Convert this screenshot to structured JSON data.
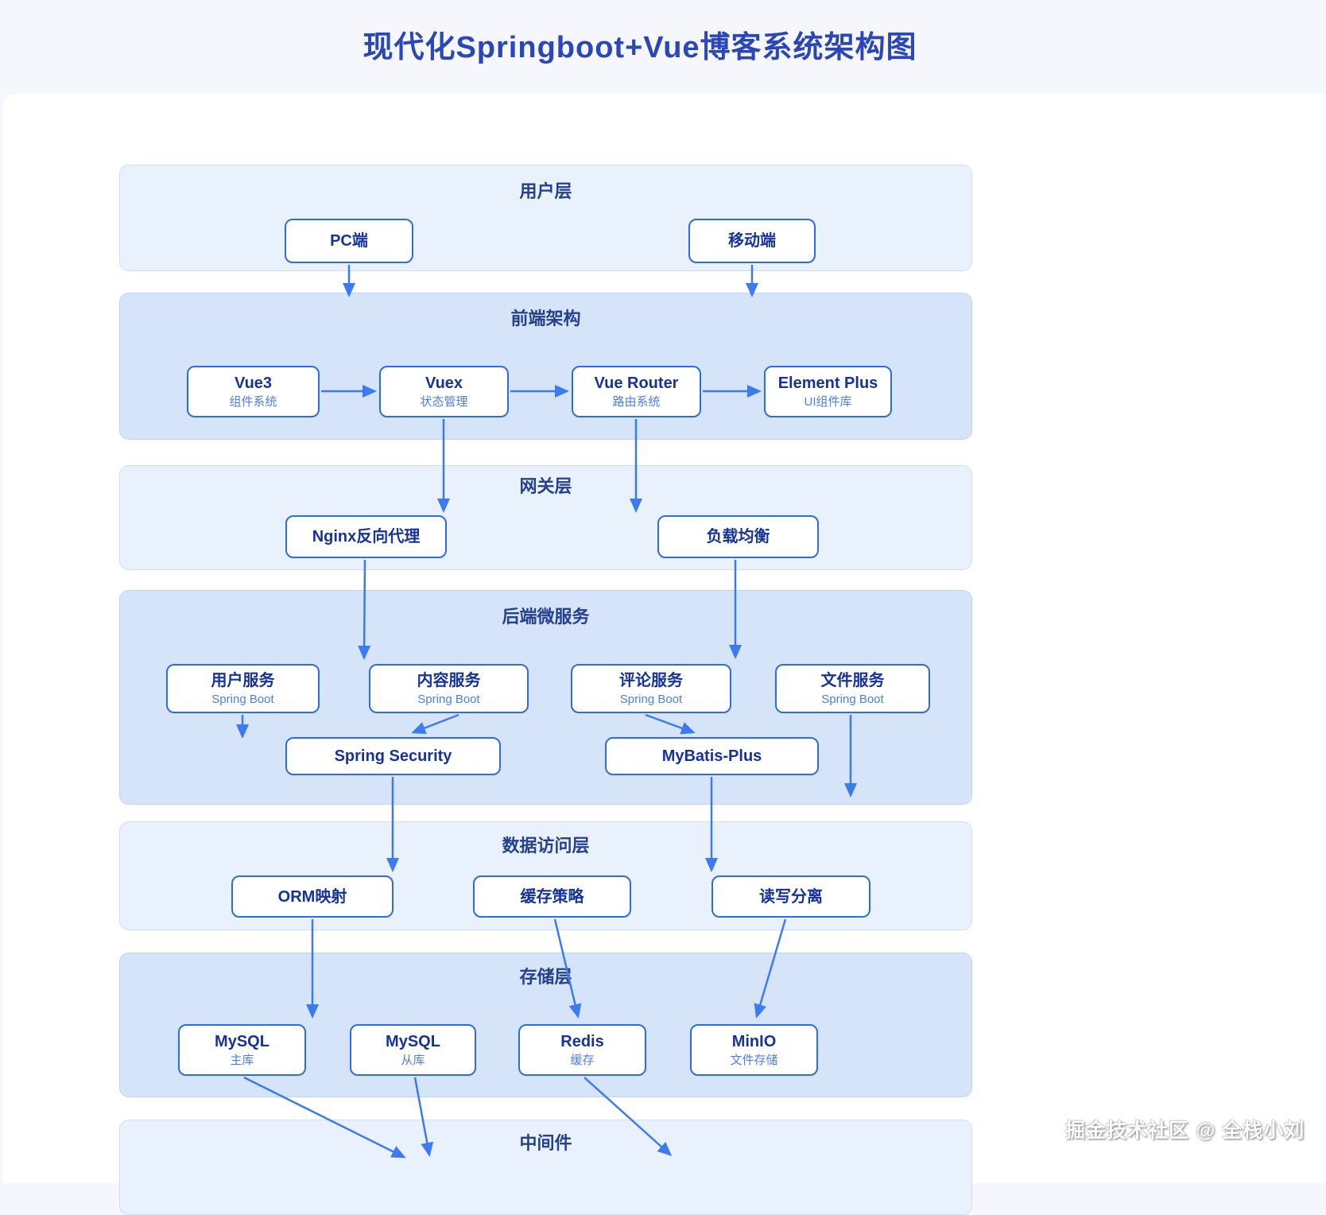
{
  "title": "现代化Springboot+Vue博客系统架构图",
  "watermark": "掘金技术社区 @ 全栈小刘",
  "colors": {
    "title_text": "#2a46b8",
    "layer_header_text": "#24408f",
    "box_border": "#2f6be4",
    "box_title_text": "#16339b",
    "box_subtitle_text": "#4c7ee8",
    "band_light": "#e9f1fc",
    "band_dark": "#d5e4f9",
    "arrow": "#3c7bef"
  },
  "layers": [
    {
      "name": "用户层",
      "boxes": [
        {
          "title": "PC端"
        },
        {
          "title": "移动端"
        }
      ]
    },
    {
      "name": "前端架构",
      "boxes": [
        {
          "title": "Vue3",
          "subtitle": "组件系统"
        },
        {
          "title": "Vuex",
          "subtitle": "状态管理"
        },
        {
          "title": "Vue Router",
          "subtitle": "路由系统"
        },
        {
          "title": "Element Plus",
          "subtitle": "UI组件库"
        }
      ]
    },
    {
      "name": "网关层",
      "boxes": [
        {
          "title": "Nginx反向代理"
        },
        {
          "title": "负载均衡"
        }
      ]
    },
    {
      "name": "后端微服务",
      "boxes": [
        {
          "title": "用户服务",
          "subtitle": "Spring Boot"
        },
        {
          "title": "内容服务",
          "subtitle": "Spring Boot"
        },
        {
          "title": "评论服务",
          "subtitle": "Spring Boot"
        },
        {
          "title": "文件服务",
          "subtitle": "Spring Boot"
        },
        {
          "title": "Spring Security"
        },
        {
          "title": "MyBatis-Plus"
        }
      ]
    },
    {
      "name": "数据访问层",
      "boxes": [
        {
          "title": "ORM映射"
        },
        {
          "title": "缓存策略"
        },
        {
          "title": "读写分离"
        }
      ]
    },
    {
      "name": "存储层",
      "boxes": [
        {
          "title": "MySQL",
          "subtitle": "主库"
        },
        {
          "title": "MySQL",
          "subtitle": "从库"
        },
        {
          "title": "Redis",
          "subtitle": "缓存"
        },
        {
          "title": "MinIO",
          "subtitle": "文件存储"
        }
      ]
    },
    {
      "name": "中间件",
      "boxes": []
    }
  ]
}
